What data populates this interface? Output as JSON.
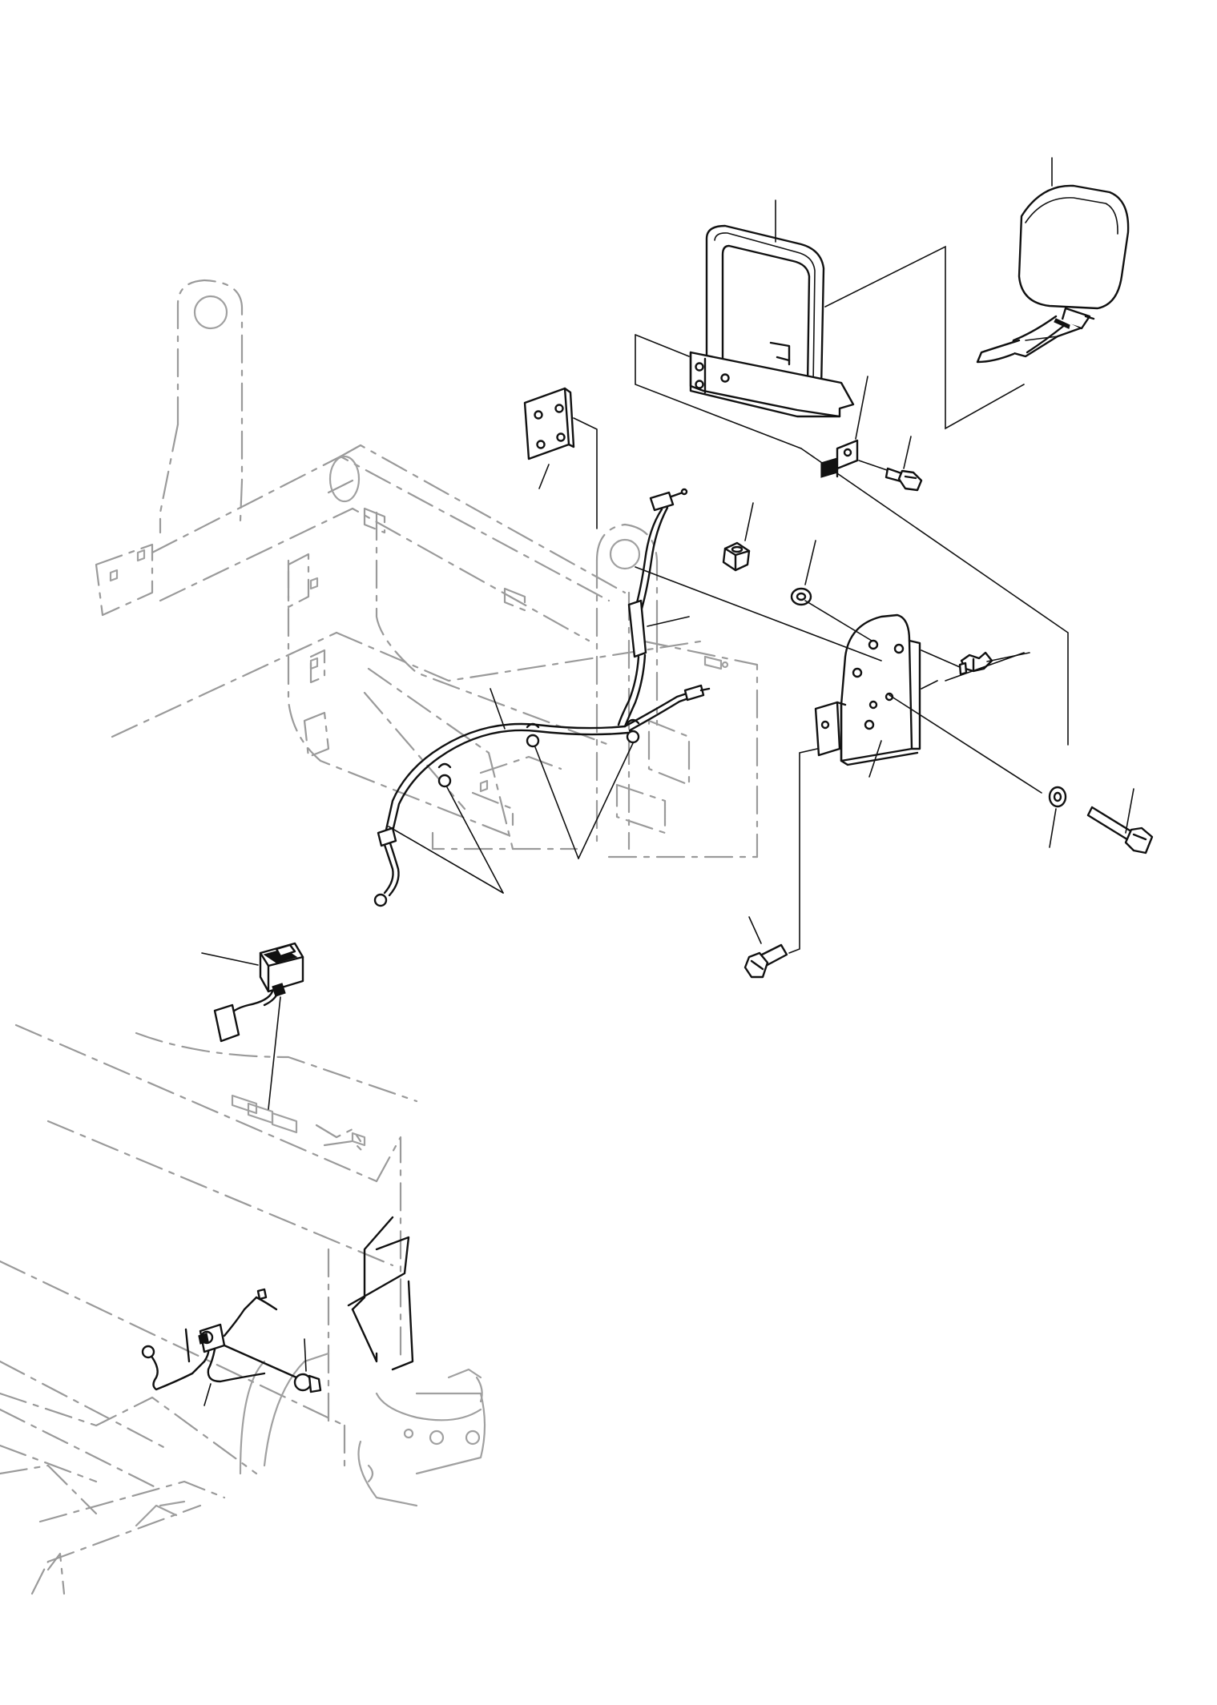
{
  "colors": {
    "background": "#ffffff",
    "part_stroke": "#111111",
    "ghost_stroke": "#9a9a9a"
  },
  "diagram": {
    "kind": "exploded parts view",
    "callout_labels_printed": false,
    "parts": [
      {
        "id": "work-light",
        "icon": "work-light-icon"
      },
      {
        "id": "light-guard",
        "icon": "guard-frame-icon"
      },
      {
        "id": "mounting-plate",
        "icon": "plate-icon"
      },
      {
        "id": "light-bracket",
        "icon": "bracket-icon"
      },
      {
        "id": "small-clip",
        "icon": "clip-icon"
      },
      {
        "id": "flange-bolt-top",
        "icon": "bolt-icon"
      },
      {
        "id": "hex-nut",
        "icon": "nut-icon"
      },
      {
        "id": "flat-washer-top",
        "icon": "washer-icon"
      },
      {
        "id": "flat-washer-lower",
        "icon": "washer-icon"
      },
      {
        "id": "long-bolt",
        "icon": "bolt-icon"
      },
      {
        "id": "short-bolt",
        "icon": "bolt-icon"
      },
      {
        "id": "wire-clip",
        "icon": "clip-icon"
      },
      {
        "id": "boom-wire-harness",
        "icon": "wire-harness-icon"
      },
      {
        "id": "rocker-switch",
        "icon": "switch-icon"
      },
      {
        "id": "relay-harness",
        "icon": "wire-harness-icon"
      },
      {
        "id": "push-connector",
        "icon": "connector-icon"
      }
    ]
  }
}
